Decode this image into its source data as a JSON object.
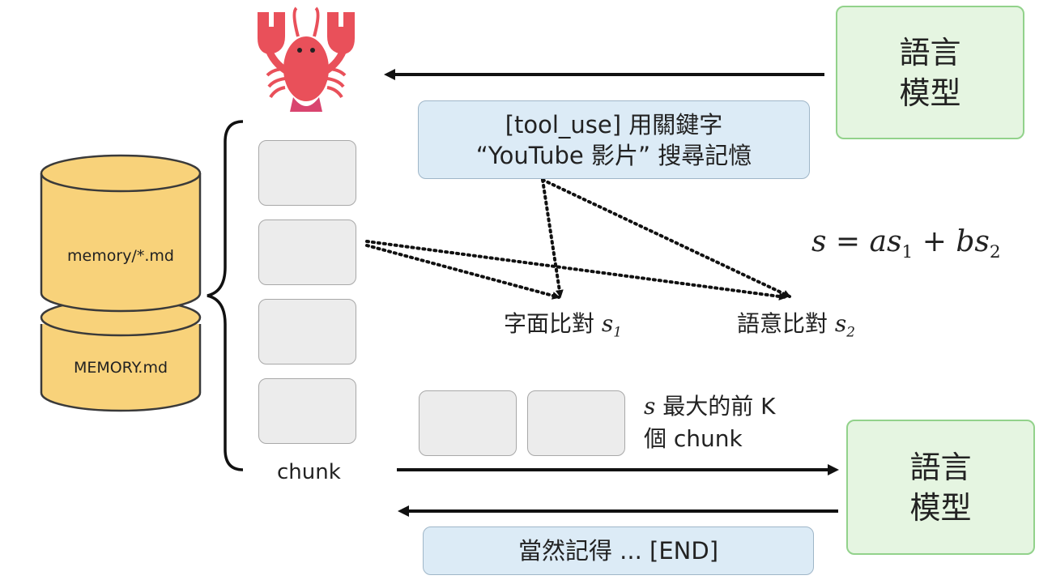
{
  "language_model_top": {
    "line1": "語言",
    "line2": "模型"
  },
  "language_model_bottom": {
    "line1": "語言",
    "line2": "模型"
  },
  "tool_call": {
    "line1": "[tool_use] 用關鍵字",
    "line2": "“YouTube 影片” 搜尋記憶"
  },
  "memory": {
    "upper_label": "memory/*.md",
    "lower_label": "MEMORY.md"
  },
  "chunk_label": "chunk",
  "formula": {
    "s": "s",
    "eq": " = ",
    "a": "a",
    "s1": "s",
    "sub1": "1",
    "plus": " + ",
    "b": "b",
    "s2": "s",
    "sub2": "2"
  },
  "lexical_match": {
    "text": "字面比對 ",
    "var": "s",
    "sub": "1"
  },
  "semantic_match": {
    "text": "語意比對 ",
    "var": "s",
    "sub": "2"
  },
  "topk": {
    "var": "s",
    "line1": " 最大的前 K",
    "line2": "個 chunk"
  },
  "response": "當然記得 ... [END]",
  "colors": {
    "lm_fill": "#e5f5e1",
    "lm_border": "#92d28b",
    "blue_fill": "#dcebf6",
    "cylinder": "#f8d27a",
    "lobster": "#e9505a"
  }
}
